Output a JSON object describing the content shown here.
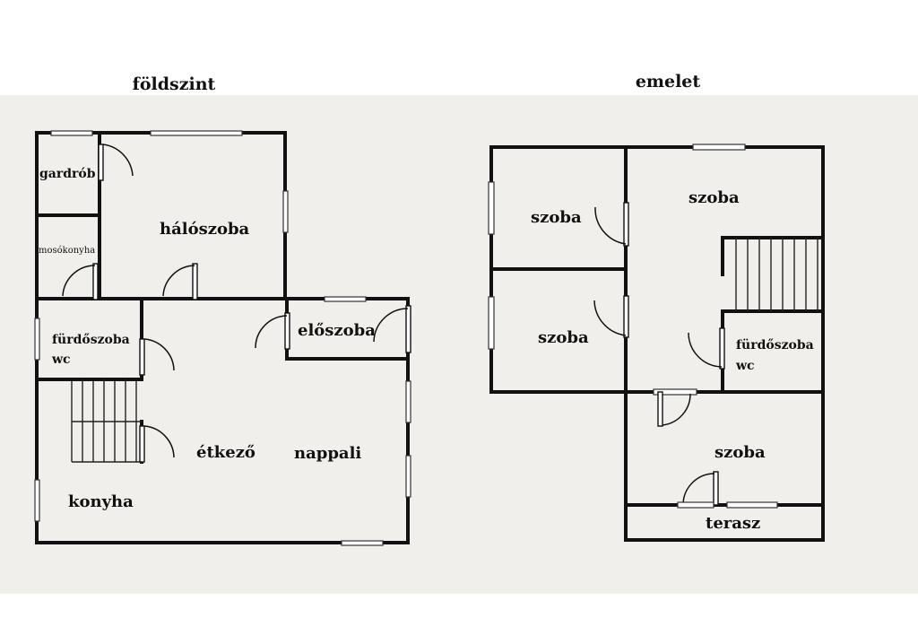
{
  "floors": {
    "ground": {
      "title": "földszint",
      "rooms": {
        "gardrob": "gardrób",
        "haloszoba": "hálószoba",
        "mosokonyha": "mosókonyha",
        "furdoszoba": "fürdőszoba",
        "wc": "wc",
        "eloszoba": "előszoba",
        "etkezo": "étkező",
        "nappali": "nappali",
        "konyha": "konyha"
      }
    },
    "upper": {
      "title": "emelet",
      "rooms": {
        "szoba_top_left": "szoba",
        "szoba_top_right": "szoba",
        "szoba_mid_left": "szoba",
        "furdoszoba": "fürdőszoba",
        "wc": "wc",
        "szoba_bottom": "szoba",
        "terasz": "terasz"
      }
    }
  },
  "colors": {
    "background": "#f0efeb",
    "wall": "#111111"
  }
}
